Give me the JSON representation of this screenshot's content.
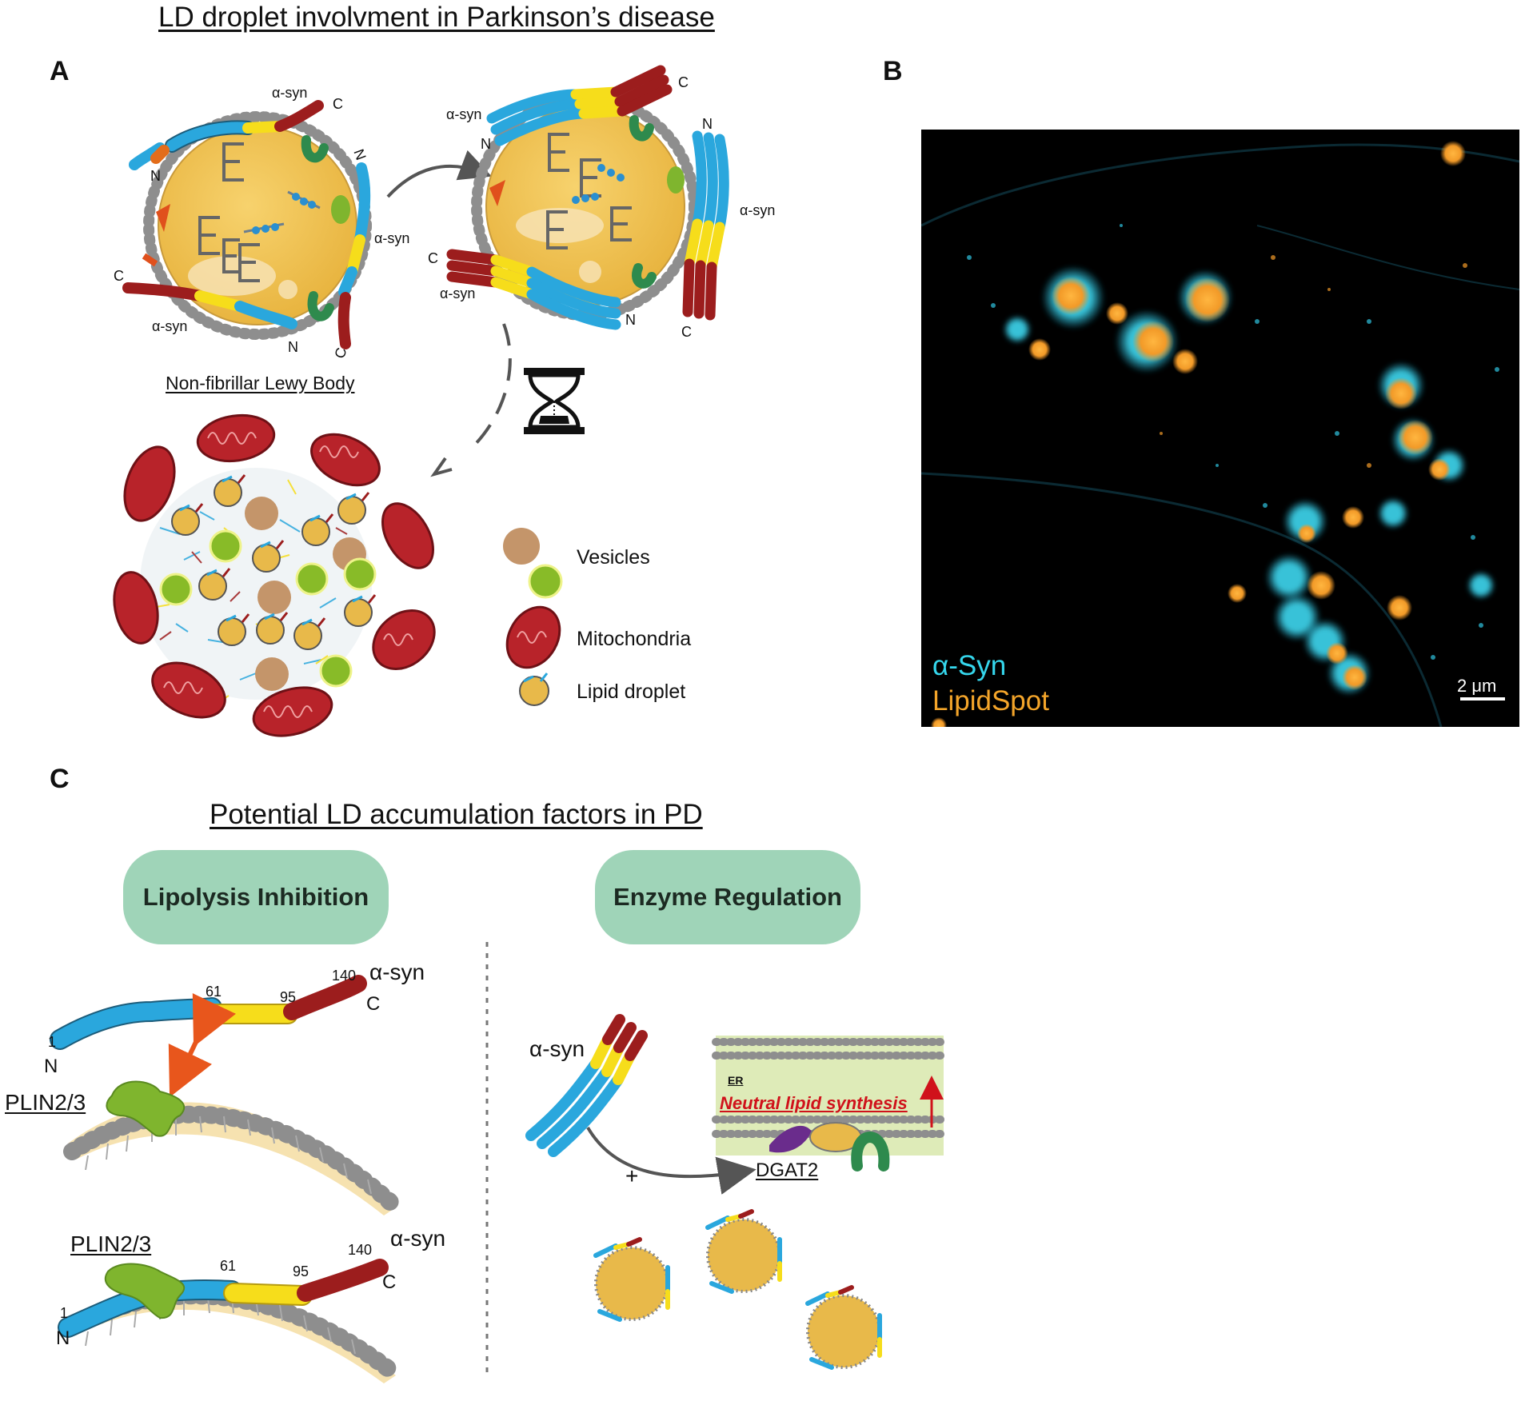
{
  "title": "LD droplet involvment in Parkinson’s disease",
  "panels": {
    "a": "A",
    "b": "B",
    "c": "C"
  },
  "panel_a": {
    "droplet1_labels": {
      "asyn_top": "α-syn",
      "c_top": "C",
      "n_right": "N",
      "asyn_right": "α-syn",
      "c_left": "C",
      "asyn_bottom": "α-syn",
      "n_bottom": "N",
      "c_bottom": "C",
      "n_left": "N"
    },
    "droplet2_labels": {
      "asyn_topleft": "α-syn",
      "n_topleft": "N",
      "c_top": "C",
      "n_right": "N",
      "asyn_right": "α-syn",
      "c_left": "C",
      "asyn_left": "α-syn",
      "n_bottom": "N",
      "c_bottom": "C"
    },
    "lewy_label": "Non-fibrillar Lewy Body",
    "legend": {
      "vesicles": "Vesicles",
      "mitochondria": "Mitochondria",
      "lipid_droplet": "Lipid droplet"
    }
  },
  "panel_b": {
    "legend_syn": "α-Syn",
    "legend_lipid": "LipidSpot",
    "scale_bar": "2 μm"
  },
  "panel_c": {
    "title": "Potential LD accumulation factors in PD",
    "pill_left": "Lipolysis Inhibition",
    "pill_right": "Enzyme Regulation",
    "upper": {
      "n1": "1",
      "n61": "61",
      "n95": "95",
      "n140": "140",
      "asyn": "α-syn",
      "c": "C",
      "n": "N",
      "plin": "PLIN2/3"
    },
    "lower": {
      "plin": "PLIN2/3",
      "n61": "61",
      "n95": "95",
      "n140": "140",
      "asyn": "α-syn",
      "c": "C",
      "n1": "1",
      "n": "N"
    },
    "right": {
      "asyn": "α-syn",
      "er": "ER",
      "neutral": "Neutral lipid synthesis",
      "plus": "+",
      "dgat2": "DGAT2"
    }
  },
  "colors": {
    "droplet_fill": "#f0c24f",
    "membrane": "#8e8e8e",
    "syn_blue": "#2aa7dd",
    "syn_yellow": "#f6dd1b",
    "syn_red": "#9c1d1d",
    "plin_green": "#7fb52e",
    "vesicle_brown": "#c4956a",
    "vesicle_green": "#88bb28",
    "mito_red": "#b8232a",
    "pill_green": "#9fd4b8",
    "neutral_red": "#d0121b"
  }
}
